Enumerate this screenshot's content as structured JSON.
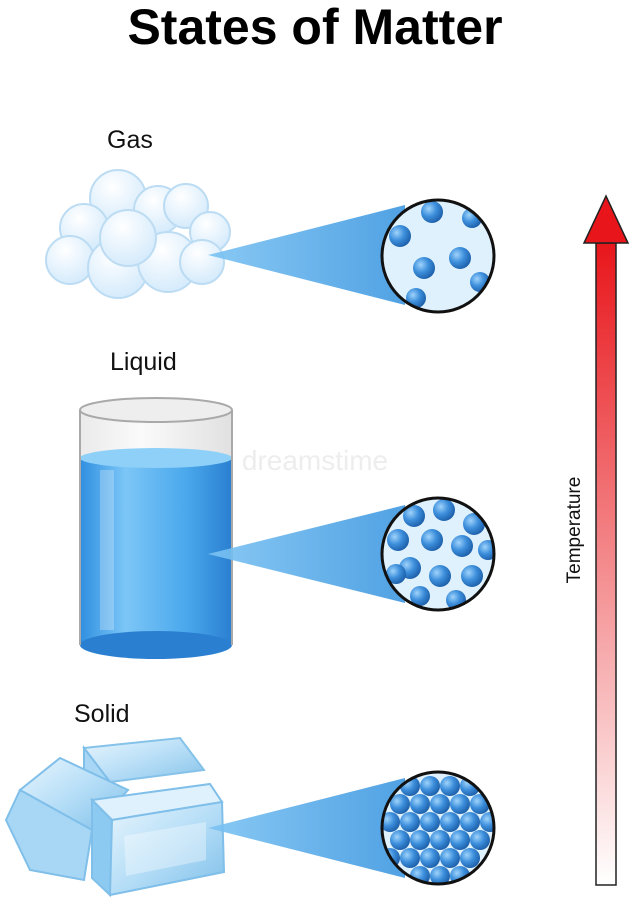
{
  "title": "States of Matter",
  "states": [
    {
      "label": "Gas",
      "particle_arrangement": "far apart"
    },
    {
      "label": "Liquid",
      "particle_arrangement": "close, random"
    },
    {
      "label": "Solid",
      "particle_arrangement": "tightly packed"
    }
  ],
  "temperature_label": "Temperature",
  "colors": {
    "particle": "#3a8fdb",
    "beam": "#5fb3f0",
    "arrow_top": "#e8161b",
    "arrow_bottom": "#ffffff",
    "water": "#4aa8ec"
  },
  "watermark": "dreamstime"
}
